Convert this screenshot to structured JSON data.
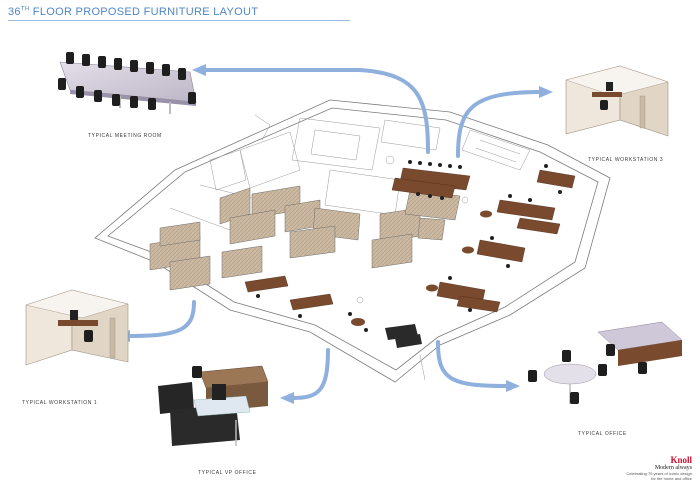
{
  "header": {
    "title_prefix": "36",
    "title_sup": "TH",
    "title_rest": " FLOOR PROPOSED FURNITURE LAYOUT"
  },
  "captions": {
    "meeting_room": "TYPICAL MEETING ROOM",
    "workstation_3": "TYPICAL WORKSTATION 3",
    "workstation_1": "TYPICAL WORKSTATION 1",
    "vp_office": "TYPICAL VP OFFICE",
    "office": "TYPICAL OFFICE"
  },
  "brand": {
    "logo": "Knoll",
    "tagline": "Modern always",
    "subtext": "Celebrating 75 years of iconic design for the home and office"
  },
  "colors": {
    "accent": "#4f86c6",
    "arrow": "#8fb0dc",
    "wood": "#7a4a2e",
    "panel": "#c9b8a2",
    "floor_line": "#888888",
    "logo_red": "#c8102e"
  }
}
